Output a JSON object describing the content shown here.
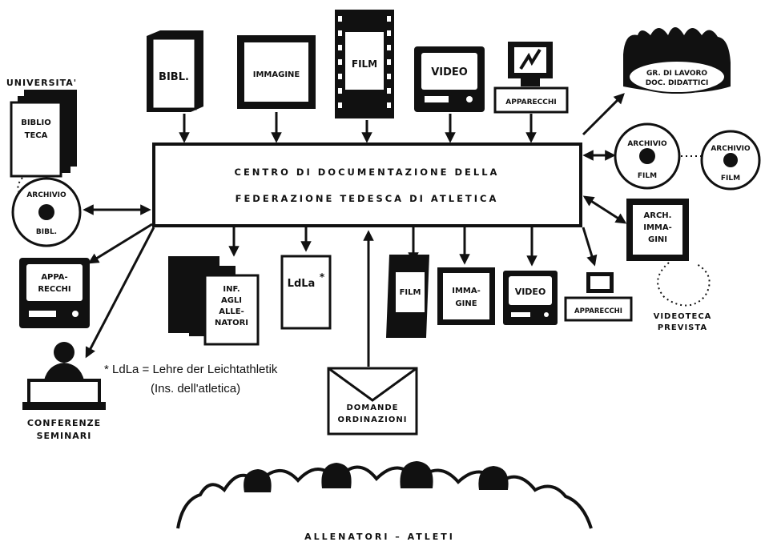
{
  "central_box": {
    "line1": "CENTRO DI DOCUMENTAZIONE DELLA",
    "line2": "FEDERAZIONE TEDESCA DI ATLETICA"
  },
  "sources": {
    "bibl": "BIBL.",
    "immagine": "IMMAGINE",
    "film": "FILM",
    "video": "VIDEO",
    "apparecchi": "APPARECCHI"
  },
  "left": {
    "universita": "UNIVERSITA'",
    "biblioteca_1": "BIBLIO",
    "biblioteca_2": "TECA",
    "archivio_bibl_1": "ARCHIVIO",
    "archivio_bibl_2": "BIBL.",
    "apparecchi_1": "APPA-",
    "apparecchi_2": "RECCHI",
    "conferenze_1": "CONFERENZE",
    "conferenze_2": "SEMINARI"
  },
  "right": {
    "gruppo_1": "GR. DI LAVORO",
    "gruppo_2": "DOC. DIDATTICI",
    "archivio_film_1": "ARCHIVIO",
    "archivio_film_2": "FILM",
    "arch_imm_1": "ARCH.",
    "arch_imm_2": "IMMA-",
    "arch_imm_3": "GINI",
    "videoteca_1": "VIDEOTECA",
    "videoteca_2": "PREVISTA"
  },
  "outputs": {
    "inf_1": "INF.",
    "inf_2": "AGLI",
    "inf_3": "ALLE-",
    "inf_4": "NATORI",
    "ldla": "LdLa",
    "ldla_star": "*",
    "film": "FILM",
    "immagine_1": "IMMA-",
    "immagine_2": "GINE",
    "video": "VIDEO",
    "apparecchi": "APPARECCHI"
  },
  "envelope": {
    "line1": "DOMANDE",
    "line2": "ORDINAZIONI"
  },
  "footnote": {
    "line1": "* LdLa = Lehre der Leichtathletik",
    "line2": "(Ins. dell'atletica)"
  },
  "bottom": {
    "label": "ALLENATORI  –  ATLETI"
  }
}
